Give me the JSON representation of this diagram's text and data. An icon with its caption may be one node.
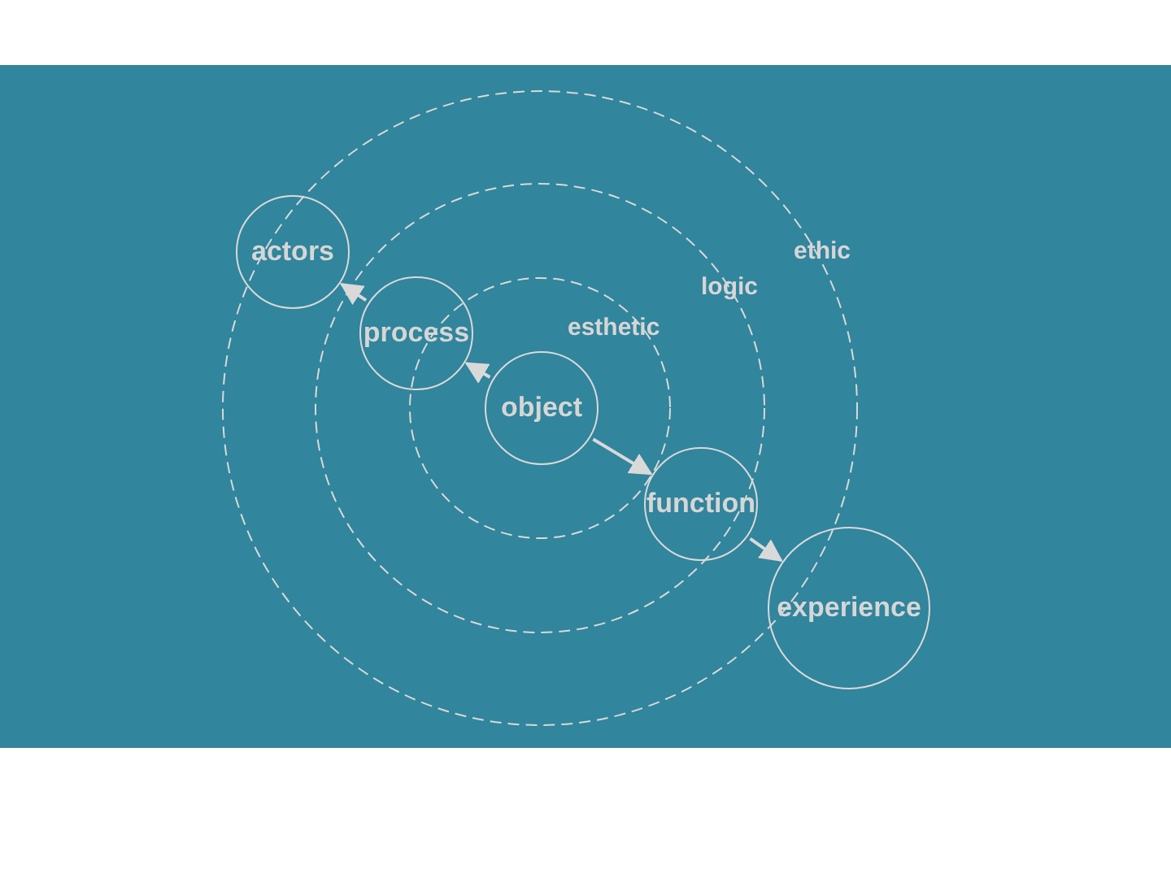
{
  "diagram": {
    "nodes": [
      {
        "text": [
          "actors"
        ]
      },
      {
        "text": [
          "process"
        ]
      },
      {
        "text": [
          "object"
        ]
      },
      {
        "text": [
          "function"
        ]
      },
      {
        "text": [
          "experience"
        ]
      }
    ],
    "edges": [
      {
        "from": 2,
        "to": 1,
        "arrow": "to"
      },
      {
        "from": 1,
        "to": 0,
        "arrow": "to"
      },
      {
        "from": 2,
        "to": 3,
        "arrow": "to"
      },
      {
        "from": 3,
        "to": 4,
        "arrow": "to"
      }
    ],
    "labels": [
      "ethic",
      "logic",
      "esthetic"
    ]
  }
}
